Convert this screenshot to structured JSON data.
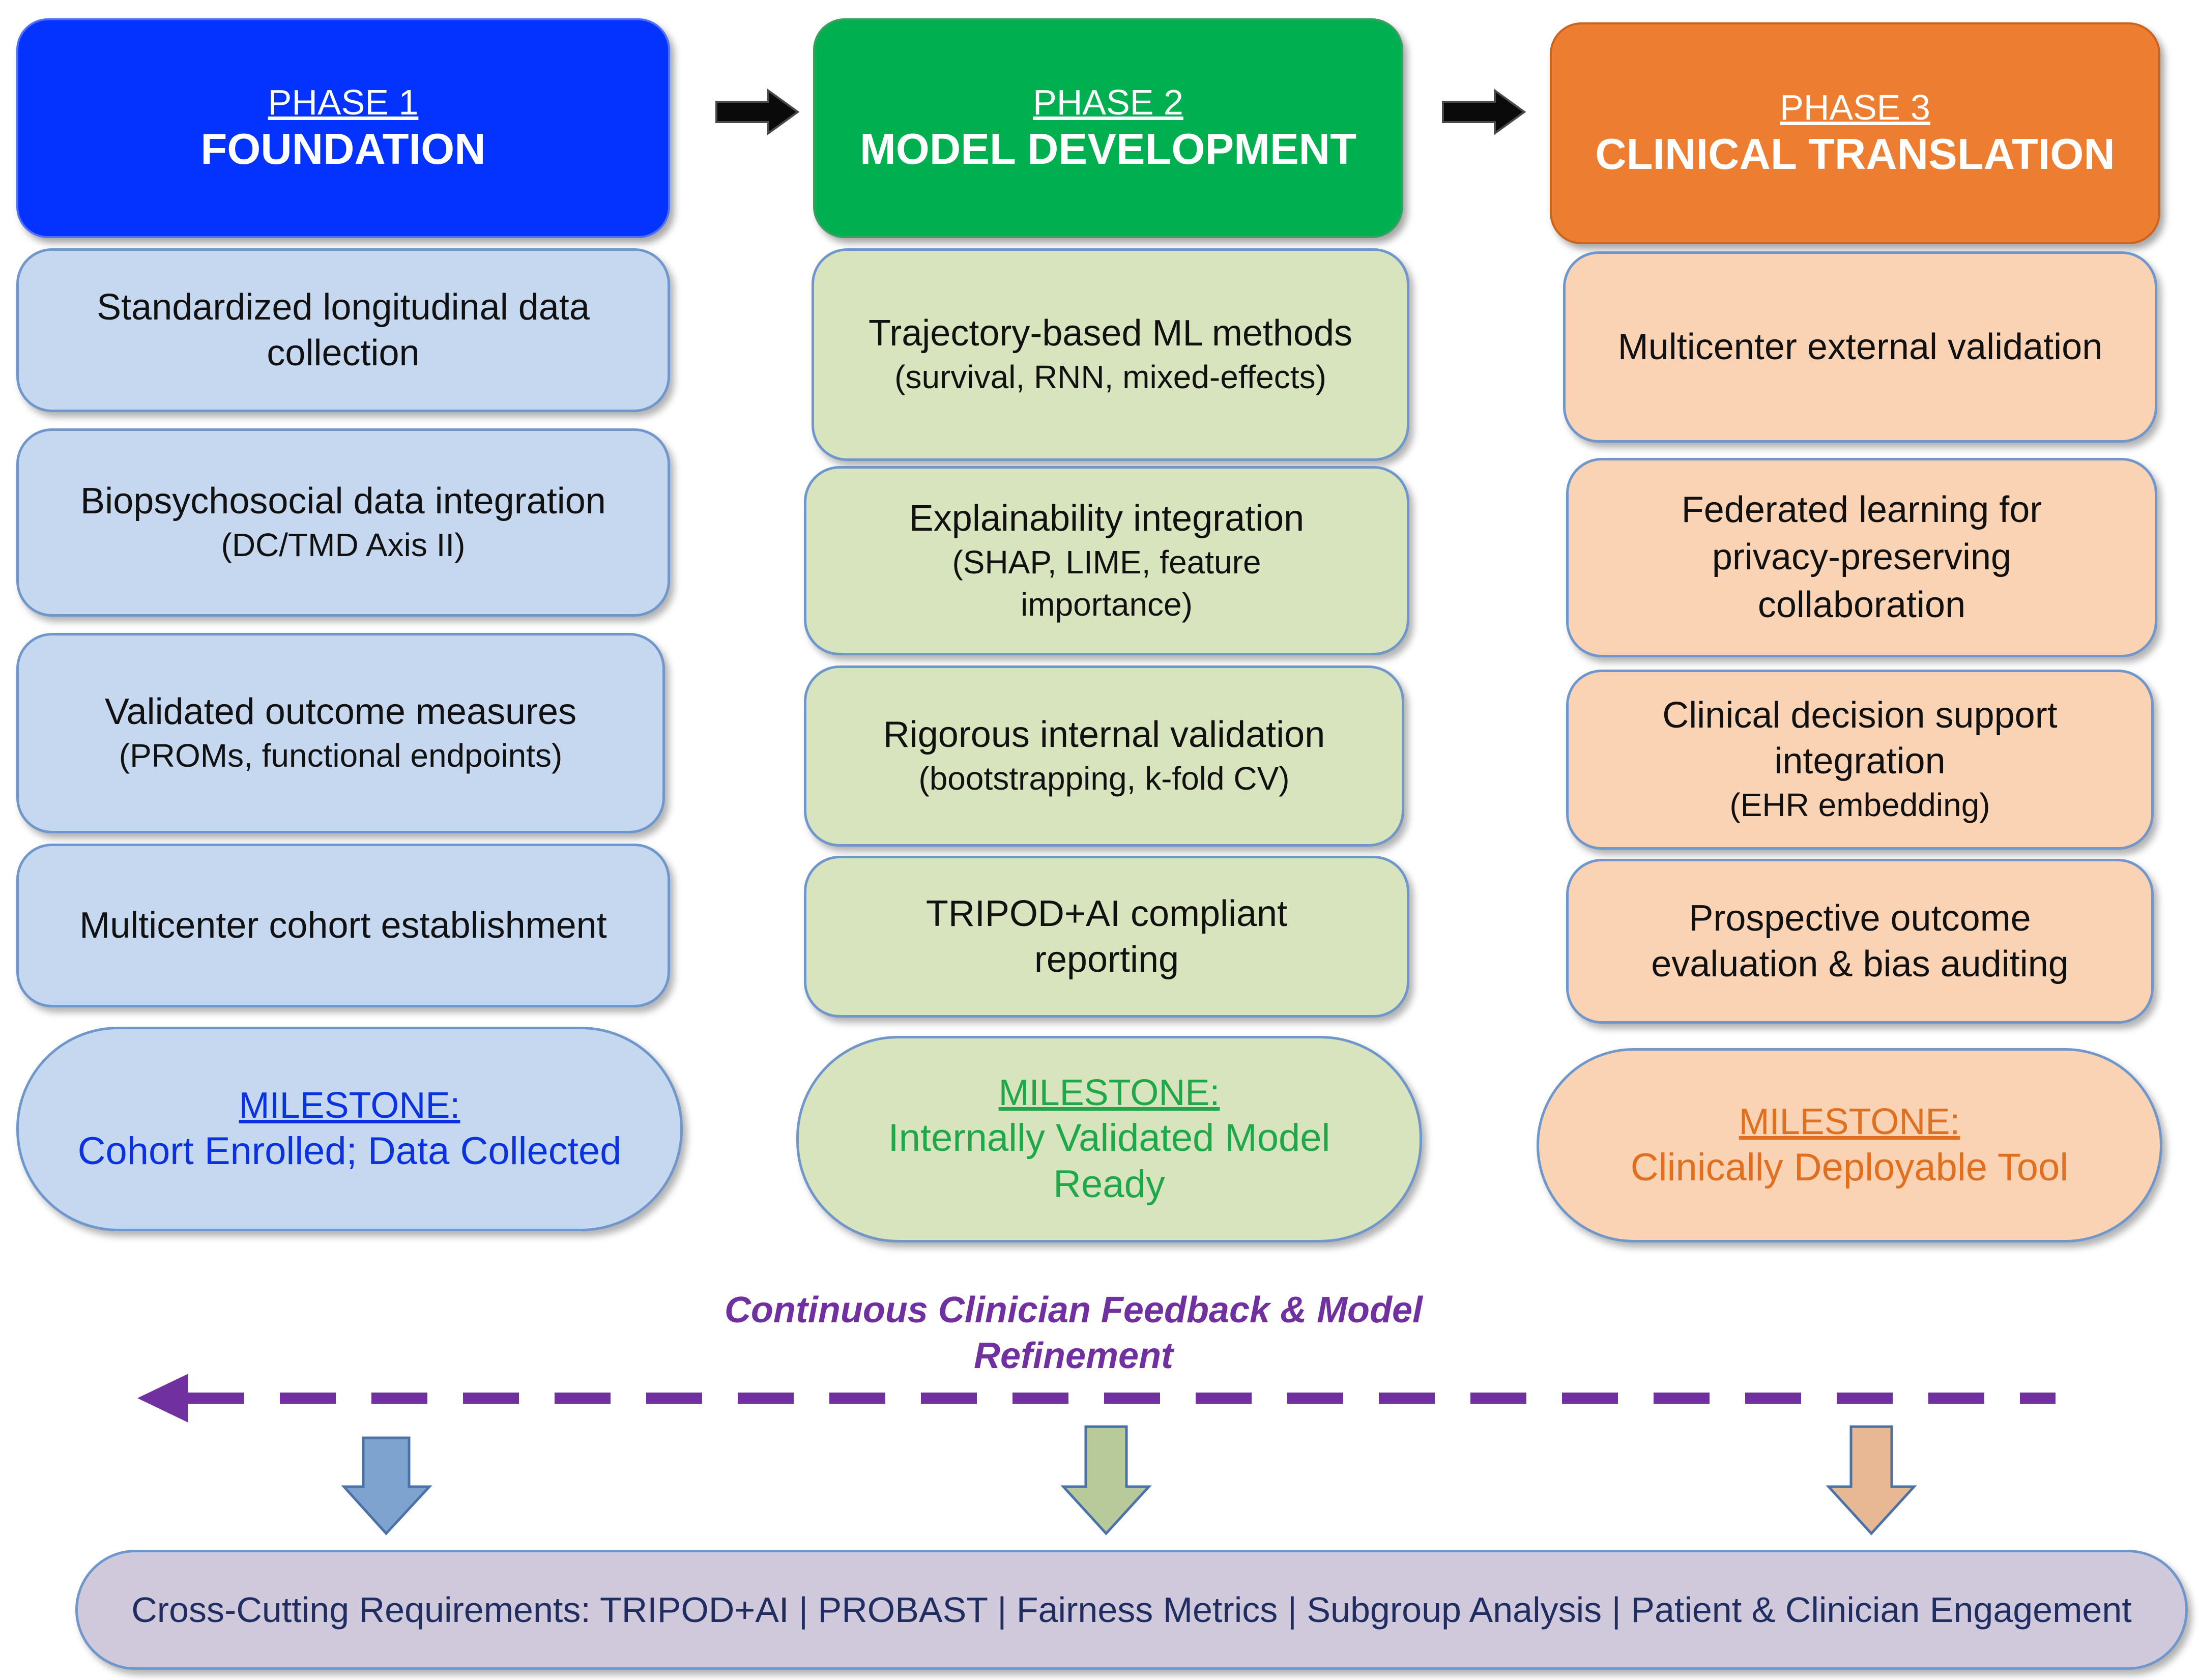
{
  "phases": [
    {
      "label": "PHASE 1",
      "title": "FOUNDATION",
      "color": "#0433ff",
      "steps": [
        {
          "main": "Standardized longitudinal data collection",
          "sub": ""
        },
        {
          "main": "Biopsychosocial data integration",
          "sub": "(DC/TMD Axis II)"
        },
        {
          "main": "Validated outcome measures",
          "sub": "(PROMs, functional endpoints)"
        },
        {
          "main": "Multicenter cohort establishment",
          "sub": ""
        }
      ],
      "milestone": {
        "label": "MILESTONE:",
        "text": "Cohort Enrolled; Data Collected"
      }
    },
    {
      "label": "PHASE 2",
      "title": "MODEL DEVELOPMENT",
      "color": "#00b050",
      "steps": [
        {
          "main": "Trajectory-based ML methods",
          "sub": "(survival, RNN, mixed-effects)"
        },
        {
          "main": "Explainability integration",
          "sub": "(SHAP, LIME, feature importance)"
        },
        {
          "main": "Rigorous internal validation",
          "sub": "(bootstrapping, k-fold CV)"
        },
        {
          "main": "TRIPOD+AI compliant reporting",
          "sub": ""
        }
      ],
      "milestone": {
        "label": "MILESTONE:",
        "text": "Internally Validated Model Ready"
      }
    },
    {
      "label": "PHASE 3",
      "title": "CLINICAL TRANSLATION",
      "color": "#ed7d31",
      "steps": [
        {
          "main": "Multicenter external validation",
          "sub": ""
        },
        {
          "main": "Federated learning for privacy-preserving collaboration",
          "sub": ""
        },
        {
          "main": "Clinical decision support integration",
          "sub": "(EHR embedding)"
        },
        {
          "main": "Prospective outcome evaluation & bias auditing",
          "sub": ""
        }
      ],
      "milestone": {
        "label": "MILESTONE:",
        "text": "Clinically Deployable Tool"
      }
    }
  ],
  "feedback": {
    "text": "Continuous Clinician Feedback & Model Refinement",
    "color": "#7030a0"
  },
  "cross_cutting": "Cross-Cutting Requirements: TRIPOD+AI | PROBAST | Fairness Metrics | Subgroup Analysis | Patient & Clinician Engagement",
  "down_arrow_colors": [
    "#7fa3cf",
    "#b8c99a",
    "#e8b894"
  ]
}
